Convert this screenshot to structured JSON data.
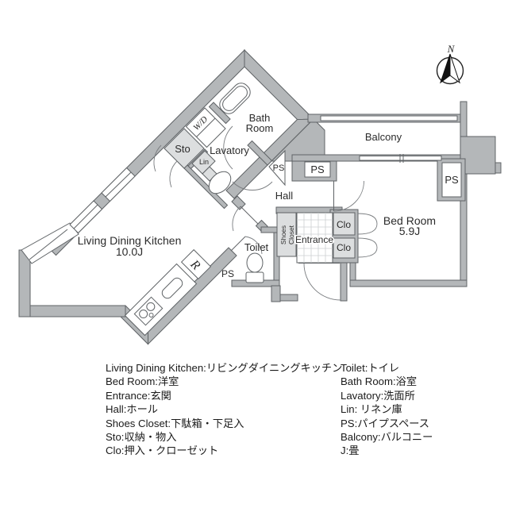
{
  "plan": {
    "compass_north": "N",
    "rooms": {
      "ldk_name": "Living Dining Kitchen",
      "ldk_size": "10.0J",
      "bedroom_name": "Bed Room",
      "bedroom_size": "5.9J",
      "balcony": "Balcony",
      "bath_line1": "Bath",
      "bath_line2": "Room",
      "lavatory": "Lavatory",
      "hall": "Hall",
      "toilet": "Toilet",
      "entrance": "Entrance",
      "shoes_line1": "Shoes",
      "shoes_line2": "Closet",
      "sto": "Sto",
      "lin": "Lin",
      "wd": "W/D",
      "clo_upper": "Clo",
      "clo_lower": "Clo",
      "refrigerator": "R",
      "ps_bath": "PS",
      "ps_balcony": "PS",
      "ps_bedroom": "PS",
      "ps_kitchen": "PS"
    }
  },
  "legend": {
    "left": [
      "Living Dining Kitchen:リビングダイニングキッチン",
      "Bed Room:洋室",
      "Entrance:玄関",
      "Hall:ホール",
      "Shoes Closet:下駄箱・下足入",
      "Sto:収納・物入",
      "Clo:押入・クローゼット"
    ],
    "right": [
      "Toilet:トイレ",
      "Bath Room:浴室",
      "Lavatory:洗面所",
      "Lin: リネン庫",
      "PS:パイプスペース",
      "Balcony:バルコニー",
      "J:畳"
    ]
  },
  "colors": {
    "wall_fill": "#b4b7b9",
    "wall_stroke": "#5f6366",
    "storage_fill": "#dcdedf",
    "background": "#ffffff"
  }
}
